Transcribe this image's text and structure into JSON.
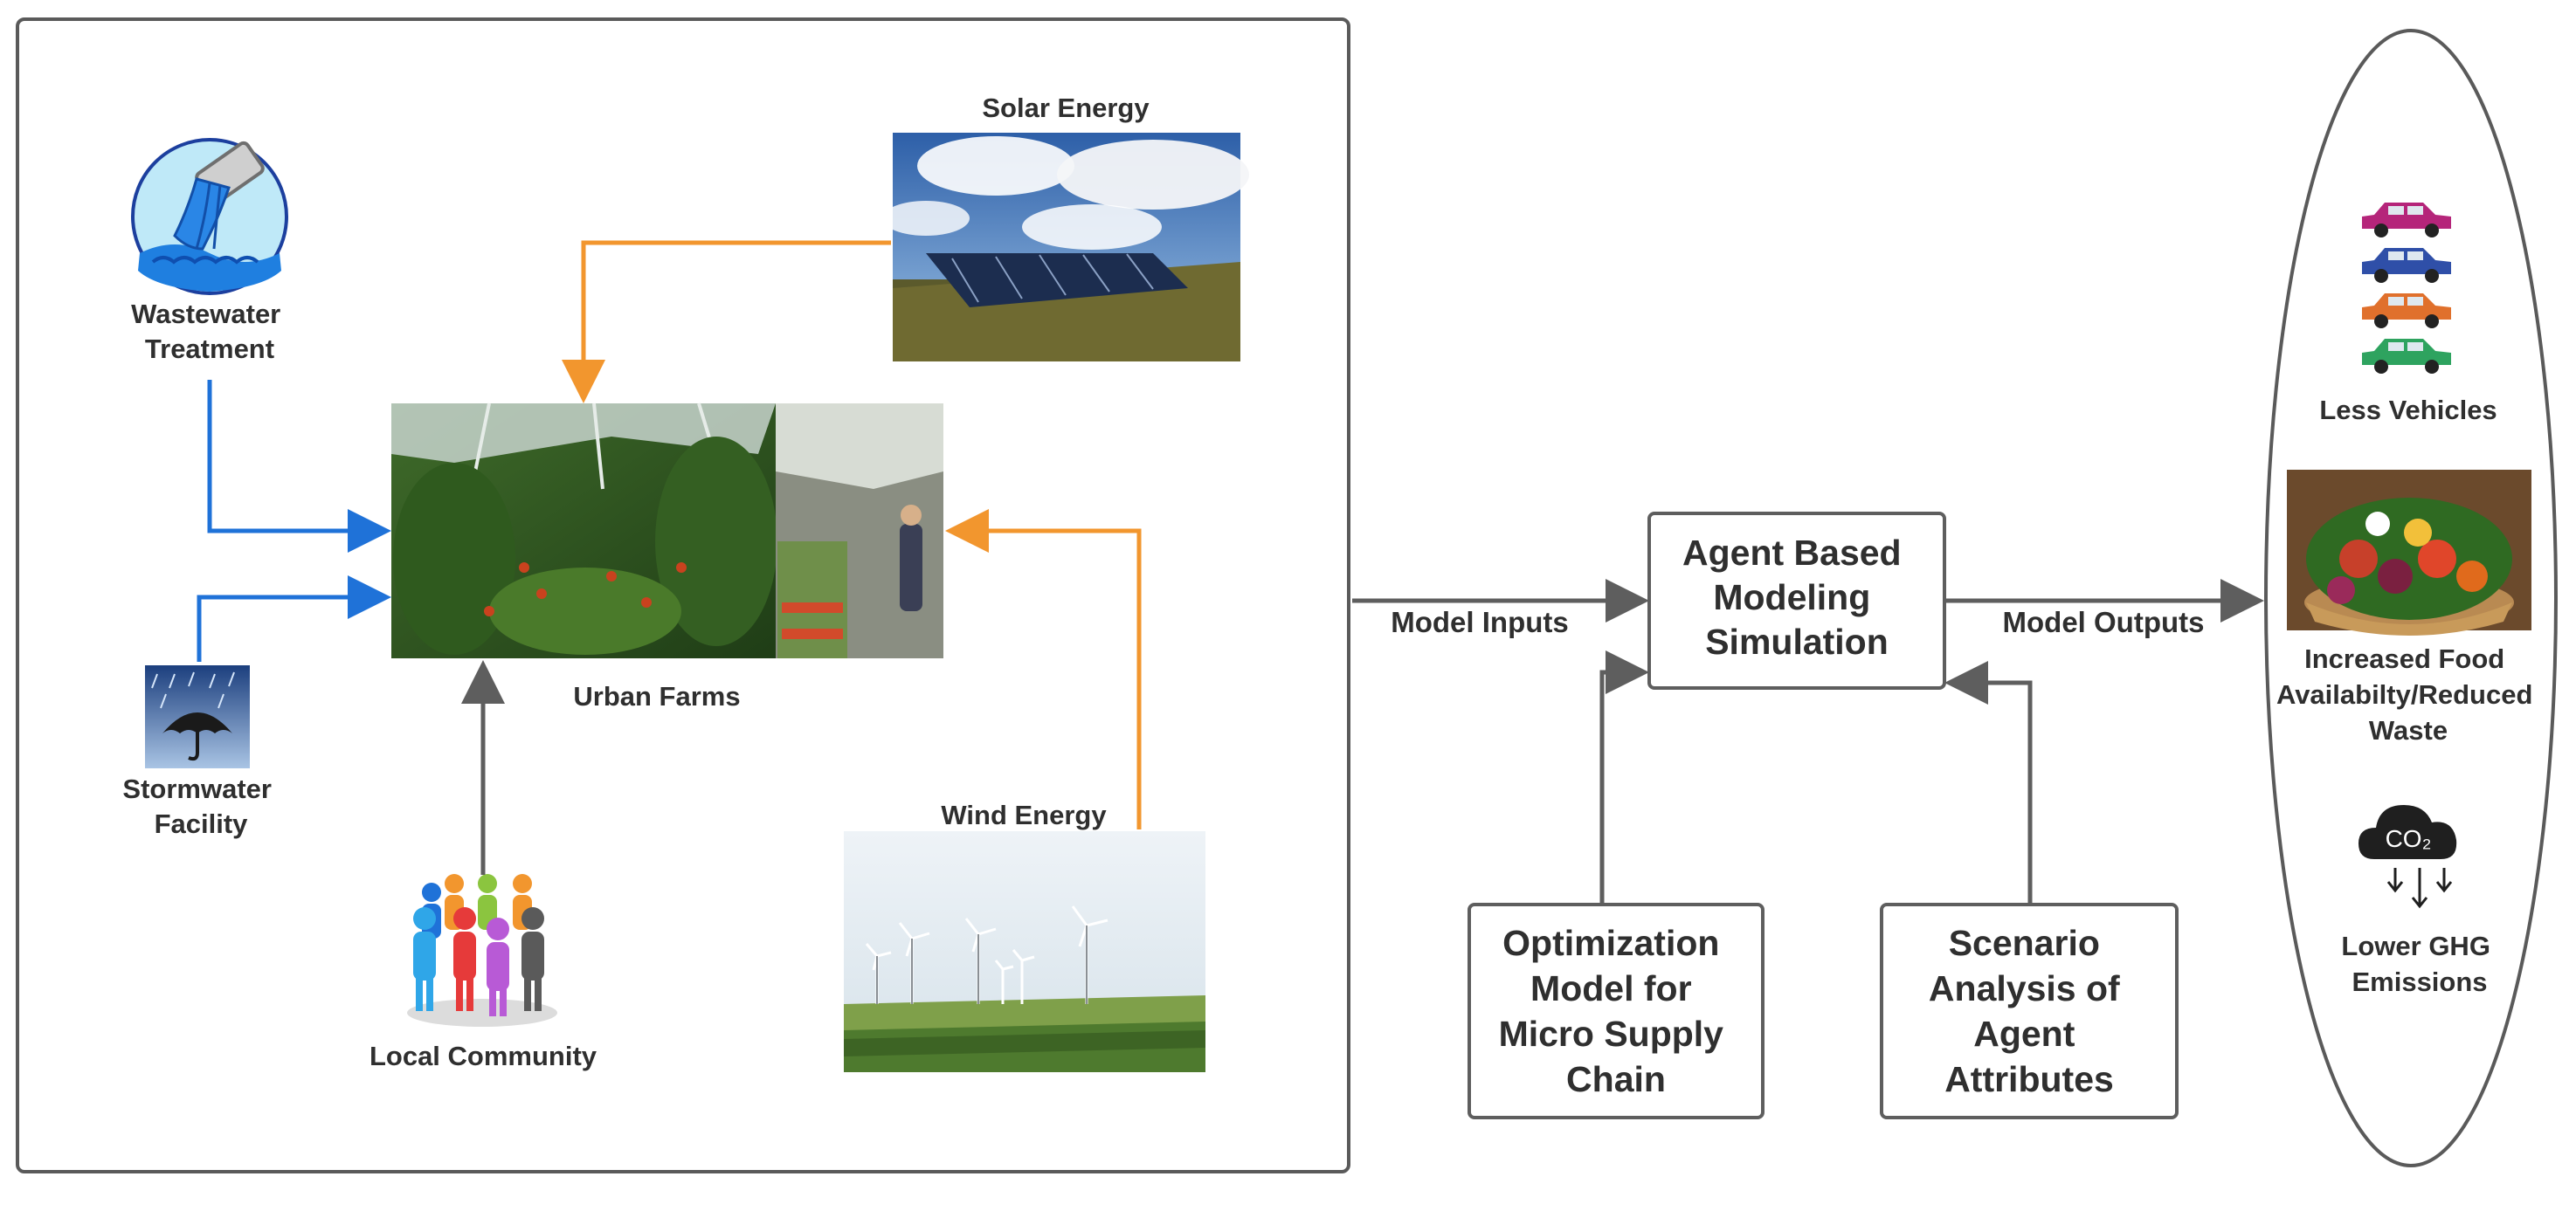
{
  "colors": {
    "frame": "#5a5a5a",
    "blue_arrow": "#1f72d8",
    "orange_arrow": "#f2962e",
    "gray_arrow": "#5e5e5e",
    "text": "#2f2f2f"
  },
  "left_panel": {
    "wastewater": {
      "line1": "Wastewater",
      "line2": "Treatment",
      "icon": "wastewater-pipe-icon"
    },
    "stormwater": {
      "line1": "Stormwater",
      "line2": "Facility",
      "icon": "umbrella-rain-icon"
    },
    "local_community": {
      "label": "Local Community",
      "icon": "people-group-icon"
    },
    "urban_farms": {
      "label": "Urban Farms"
    },
    "solar": {
      "label": "Solar Energy"
    },
    "wind": {
      "label": "Wind Energy"
    }
  },
  "center": {
    "abm": {
      "line1": "Agent Based",
      "line2": "Modeling",
      "line3": "Simulation"
    },
    "model_inputs": "Model Inputs",
    "model_outputs": "Model Outputs",
    "optimization": {
      "line1": "Optimization",
      "line2": "Model for",
      "line3": "Micro Supply",
      "line4": "Chain"
    },
    "scenario": {
      "line1": "Scenario",
      "line2": "Analysis of",
      "line3": "Agent",
      "line4": "Attributes"
    }
  },
  "outputs": {
    "vehicles": {
      "label": "Less Vehicles",
      "car_colors": [
        "#b5257a",
        "#2f4fa8",
        "#e0702c",
        "#2ea35f"
      ]
    },
    "food": {
      "line1": "Increased Food",
      "line2": "Availabilty/Reduced",
      "line3": "Waste"
    },
    "emissions": {
      "line1": "Lower GHG",
      "line2": "Emissions",
      "cloud_text": "CO₂"
    }
  }
}
